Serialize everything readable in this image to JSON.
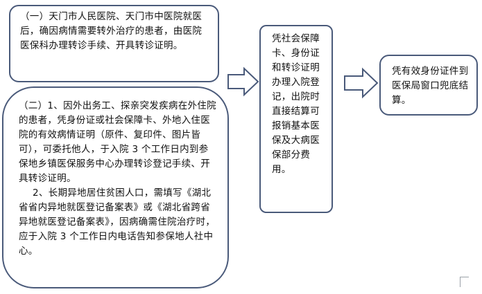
{
  "colors": {
    "box_border": "#4a5a7a",
    "arrow_border": "#4a5a7a",
    "text": "#111111",
    "background": "#ffffff"
  },
  "boxes": {
    "city_hospital": {
      "text": "（一）天门市人民医院、天门市中医院就医后，确因病情需要转外治疗的患者，由医院医保科办理转诊手续、开具转诊证明。"
    },
    "outside_conditions": {
      "para1": "（二）1、因外出务工、探亲突发疾病在外住院的患者，凭身份证或社会保障卡、外地入住医院的有效病情证明（原件、复印件、图片皆可），可委托他人，于入院 3 个工作日内到参保地乡镇医保服务中心办理转诊登记手续、开具转诊证明。",
      "para2": "2、长期异地居住贫困人口，需填写《湖北省省内异地就医登记备案表》或《湖北省跨省异地就医登记备案表》，因病确需住院治疗时，应于入院 3 个工作日内电话告知参保地人社中心。"
    },
    "settlement": {
      "text": "凭社会保障卡、身份证和转诊证明办理入院登记，出院时直接结算可报销基本医保及大病医保部分费用。"
    },
    "final": {
      "text": "凭有效身份证件到医保局窗口兜底结算。"
    }
  }
}
